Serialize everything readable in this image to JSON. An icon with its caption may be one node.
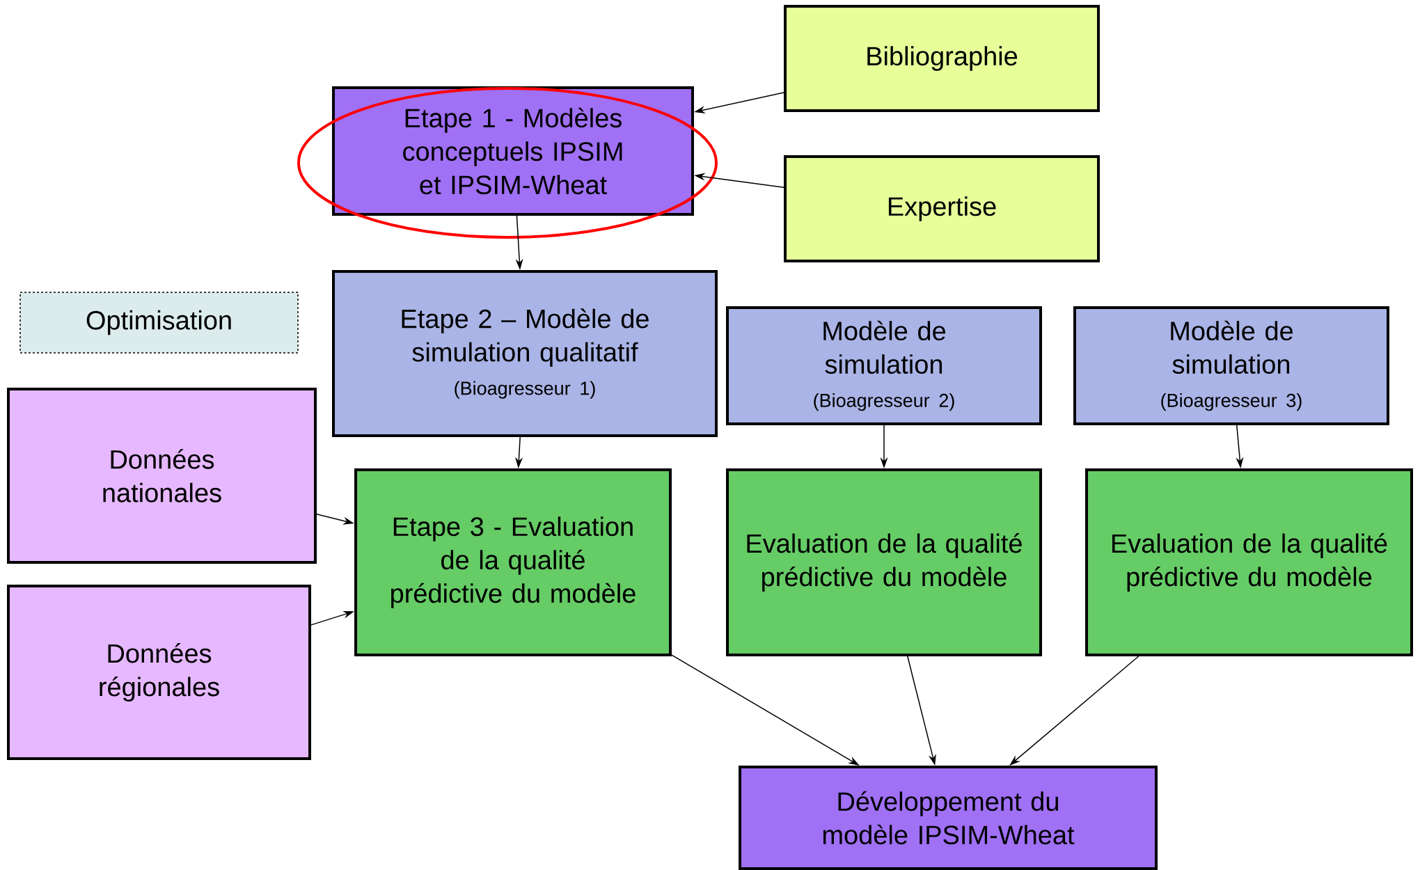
{
  "diagram": {
    "nodes": [
      {
        "text": [
          "Etape 1 - Modèles conceptuels IPSIM et IPSIM-Wheat"
        ]
      },
      {
        "text": [
          "Bibliographie"
        ]
      },
      {
        "text": [
          "Expertise"
        ]
      },
      {
        "text": [
          "Optimisation"
        ]
      },
      {
        "text": [
          "Etape 2 – Modèle de simulation qualitatif",
          "(Bioagresseur 1)"
        ]
      },
      {
        "text": [
          "Modèle de simulation",
          "(Bioagresseur 2)"
        ]
      },
      {
        "text": [
          "Modèle de simulation",
          "(Bioagresseur 3)"
        ]
      },
      {
        "text": [
          "Données nationales"
        ]
      },
      {
        "text": [
          "Données régionales"
        ]
      },
      {
        "text": [
          "Etape 3 - Evaluation de la qualité prédictive du modèle"
        ]
      },
      {
        "text": [
          "Evaluation de la qualité prédictive du modèle"
        ]
      },
      {
        "text": [
          "Evaluation de la qualité prédictive du modèle"
        ]
      },
      {
        "text": [
          "Développement du modèle IPSIM-Wheat"
        ]
      }
    ],
    "edges": [
      {
        "from": 1,
        "to": 0,
        "arrow": "to"
      },
      {
        "from": 2,
        "to": 0,
        "arrow": "to"
      },
      {
        "from": 0,
        "to": 4,
        "arrow": "to"
      },
      {
        "from": 4,
        "to": 9,
        "arrow": "to"
      },
      {
        "from": 5,
        "to": 10,
        "arrow": "to"
      },
      {
        "from": 6,
        "to": 11,
        "arrow": "to"
      },
      {
        "from": 7,
        "to": 9,
        "arrow": "to"
      },
      {
        "from": 8,
        "to": 9,
        "arrow": "to"
      },
      {
        "from": 9,
        "to": 12,
        "arrow": "to"
      },
      {
        "from": 10,
        "to": 12,
        "arrow": "to"
      },
      {
        "from": 11,
        "to": 12,
        "arrow": "to"
      }
    ]
  }
}
